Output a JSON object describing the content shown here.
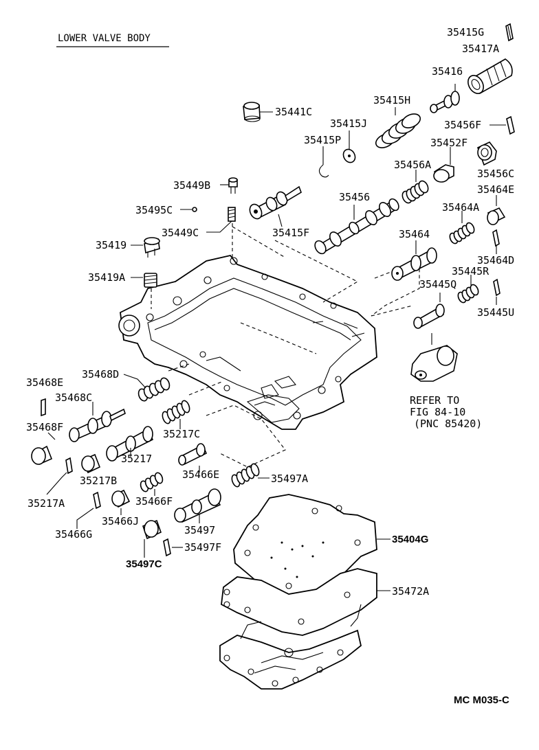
{
  "title": "LOWER VALVE BODY",
  "footer_code": "MC  M035-C",
  "refer_note": [
    "REFER TO",
    "FIG 84-10",
    "(PNC 85420)"
  ],
  "labels": {
    "p35415G": "35415G",
    "p35417A": "35417A",
    "p35416": "35416",
    "p35415H": "35415H",
    "p35441C": "35441C",
    "p35415J": "35415J",
    "p35456F": "35456F",
    "p35415P": "35415P",
    "p35452F": "35452F",
    "p35456A": "35456A",
    "p35456C": "35456C",
    "p35449B": "35449B",
    "p35464E": "35464E",
    "p35456": "35456",
    "p35495C": "35495C",
    "p35464A": "35464A",
    "p35449C": "35449C",
    "p35415F": "35415F",
    "p35419": "35419",
    "p35464": "35464",
    "p35464D": "35464D",
    "p35445R": "35445R",
    "p35419A": "35419A",
    "p35445Q": "35445Q",
    "p35445U": "35445U",
    "p35468E": "35468E",
    "p35468D": "35468D",
    "p35468C": "35468C",
    "p35217C": "35217C",
    "p35468F": "35468F",
    "p35217": "35217",
    "p35217B": "35217B",
    "p35466E": "35466E",
    "p35497A": "35497A",
    "p35217A": "35217A",
    "p35466F": "35466F",
    "p35466J": "35466J",
    "p35497": "35497",
    "p35466G": "35466G",
    "p35497F": "35497F",
    "p35497C": "35497C",
    "p35404G": "35404G",
    "p35472A": "35472A"
  }
}
